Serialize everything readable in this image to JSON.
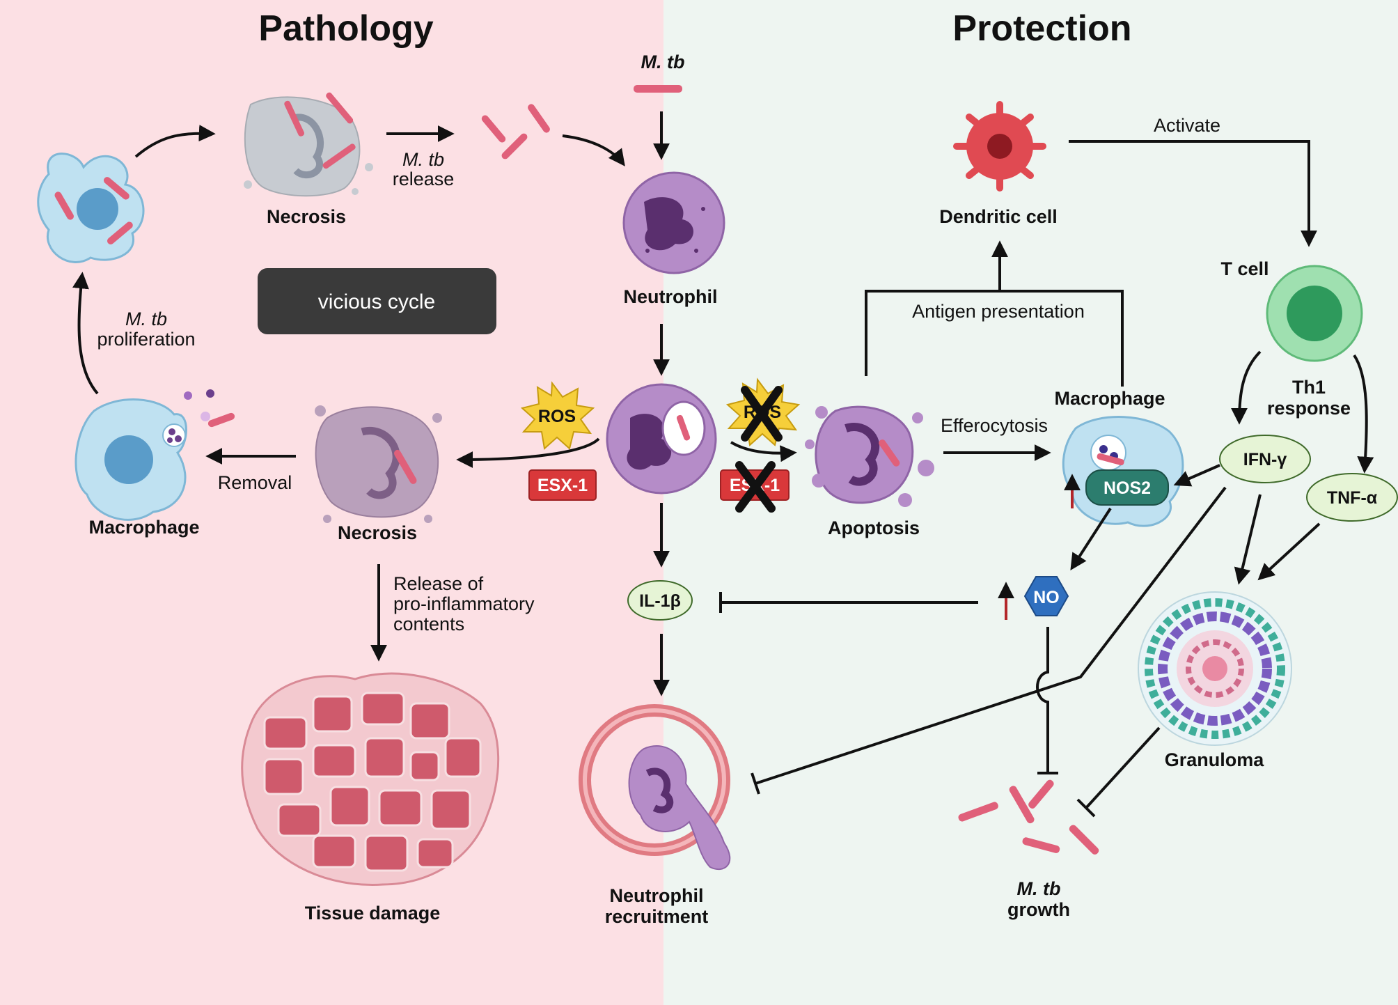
{
  "colors": {
    "pathology_bg": "#fce0e4",
    "protection_bg": "#eef5f1",
    "mtb": "#e0607a",
    "neutrophil": "#b58cc8",
    "macrophage": "#b7dcef",
    "dendritic": "#e04a52",
    "tcell": "#7fd39a",
    "esx": "#d9383a",
    "ros": "#f6cf3a",
    "nos2": "#2c7d6e",
    "no": "#2f6fbf",
    "cytokine": "#e6f4d6"
  },
  "headings": {
    "left": "Pathology",
    "right": "Protection"
  },
  "labels": {
    "mtb_top": "M. tb",
    "necrosis_top": "Necrosis",
    "mtb_release_1": "M. tb",
    "mtb_release_2": "release",
    "vicious_cycle": "vicious cycle",
    "mtb_prolif_1": "M. tb",
    "mtb_prolif_2": "proliferation",
    "macrophage_left": "Macrophage",
    "removal": "Removal",
    "necrosis_mid": "Necrosis",
    "release_1": "Release of",
    "release_2": "pro-inflammatory",
    "release_3": "contents",
    "tissue_damage": "Tissue damage",
    "neutrophil": "Neutrophil",
    "ros_left": "ROS",
    "esx_left": "ESX-1",
    "ros_right": "ROS",
    "esx_right": "ESX-1",
    "apoptosis": "Apoptosis",
    "efferocytosis": "Efferocytosis",
    "macrophage_right": "Macrophage",
    "nos2": "NOS2",
    "il1b": "IL-1β",
    "no": "NO",
    "neutrophil_recruit_1": "Neutrophil",
    "neutrophil_recruit_2": "recruitment",
    "mtb_growth_1": "M. tb",
    "mtb_growth_2": "growth",
    "dendritic_cell": "Dendritic cell",
    "activate": "Activate",
    "antigen_presentation": "Antigen presentation",
    "t_cell": "T cell",
    "th1_1": "Th1",
    "th1_2": "response",
    "ifn": "IFN-γ",
    "tnf": "TNF-α",
    "granuloma": "Granuloma"
  },
  "icons": [
    "mycobacterium-icon",
    "neutrophil-icon",
    "macrophage-icon",
    "necrotic-cell-icon",
    "apoptotic-cell-icon",
    "dendritic-cell-icon",
    "t-cell-icon",
    "granuloma-icon",
    "blood-vessel-icon",
    "tissue-icon",
    "starburst-icon",
    "cross-icon"
  ]
}
